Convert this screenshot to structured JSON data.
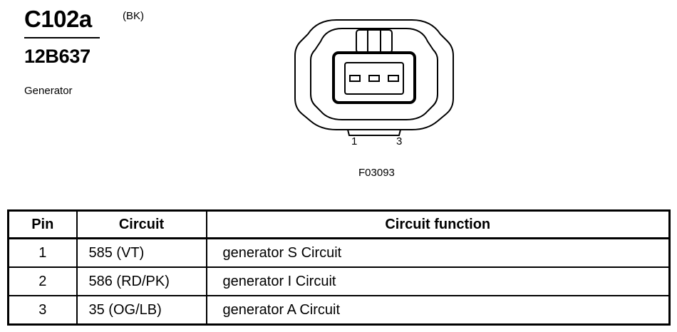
{
  "header": {
    "connector_id": "C102a",
    "color_code": "(BK)",
    "part_number": "12B637",
    "component": "Generator"
  },
  "diagram": {
    "pin_labels": [
      "1",
      "3"
    ],
    "figure_id": "F03093"
  },
  "table": {
    "headers": [
      "Pin",
      "Circuit",
      "Circuit function"
    ],
    "rows": [
      {
        "pin": "1",
        "circuit": "585 (VT)",
        "function": "generator S Circuit"
      },
      {
        "pin": "2",
        "circuit": "586 (RD/PK)",
        "function": "generator I Circuit"
      },
      {
        "pin": "3",
        "circuit": "35 (OG/LB)",
        "function": "generator A Circuit"
      }
    ]
  }
}
